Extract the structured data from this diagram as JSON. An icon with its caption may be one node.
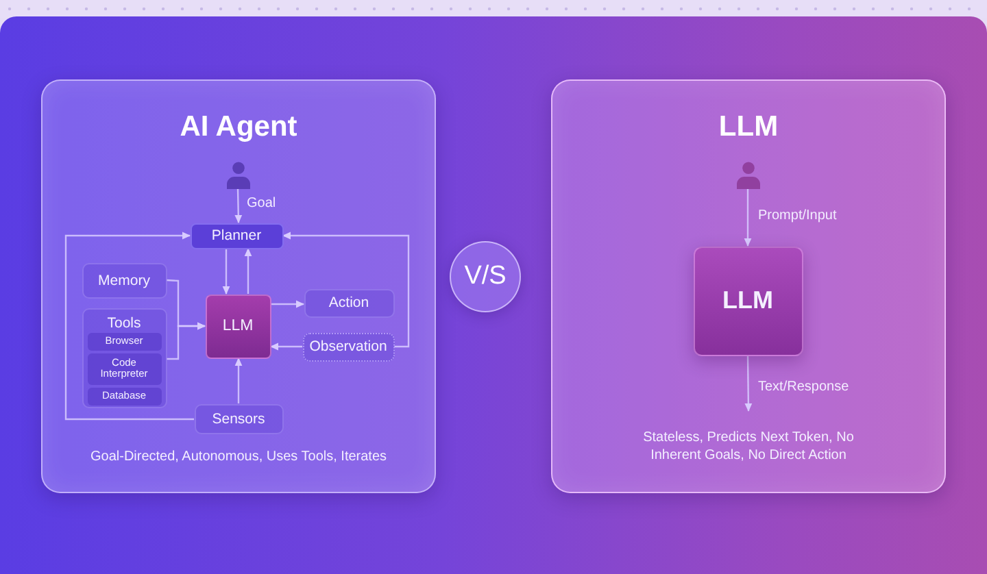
{
  "diagram": {
    "nodes": [
      {
        "text": [
          "AI Agent",
          "Goal-Directed, Autonomous, Uses Tools, Iterates"
        ]
      },
      {
        "text": [],
        "shape": "person",
        "in": 0
      },
      {
        "text": [
          "Planner"
        ],
        "in": 0
      },
      {
        "text": [
          "Memory"
        ],
        "in": 0
      },
      {
        "text": [
          "Tools"
        ],
        "in": 0
      },
      {
        "text": [
          "Browser"
        ],
        "in": 4
      },
      {
        "text": [
          "Code Interpreter"
        ],
        "in": 4
      },
      {
        "text": [
          "Database"
        ],
        "in": 4
      },
      {
        "text": [
          "LLM"
        ],
        "in": 0
      },
      {
        "text": [
          "Action"
        ],
        "in": 0
      },
      {
        "text": [
          "Observation"
        ],
        "in": 0
      },
      {
        "text": [
          "Sensors"
        ],
        "in": 0
      },
      {
        "text": [
          "V/S"
        ]
      },
      {
        "text": [
          "LLM",
          "Stateless, Predicts Next Token, No Inherent Goals, No Direct Action"
        ]
      },
      {
        "text": [],
        "shape": "person",
        "in": 13
      },
      {
        "text": [
          "LLM"
        ],
        "in": 13
      }
    ],
    "edges": [
      {
        "from": 1,
        "to": 2,
        "arrow": "to",
        "label": "Goal"
      },
      {
        "from": 2,
        "to": 8,
        "arrow": "to"
      },
      {
        "from": 8,
        "to": 2,
        "arrow": "to"
      },
      {
        "from": 3,
        "to": 8,
        "arrow": "to"
      },
      {
        "from": 4,
        "to": 8,
        "arrow": "to"
      },
      {
        "from": 8,
        "to": 9,
        "arrow": "to"
      },
      {
        "from": 10,
        "to": 8,
        "arrow": "to"
      },
      {
        "from": 11,
        "to": 8,
        "arrow": "to"
      },
      {
        "from": 10,
        "to": 2,
        "arrow": "to"
      },
      {
        "from": 11,
        "to": 2,
        "arrow": "to"
      },
      {
        "from": 14,
        "to": 15,
        "arrow": "to",
        "label": "Prompt/Input"
      },
      {
        "from": 15,
        "to": null,
        "arrow": "to",
        "label": "Text/Response"
      }
    ]
  }
}
